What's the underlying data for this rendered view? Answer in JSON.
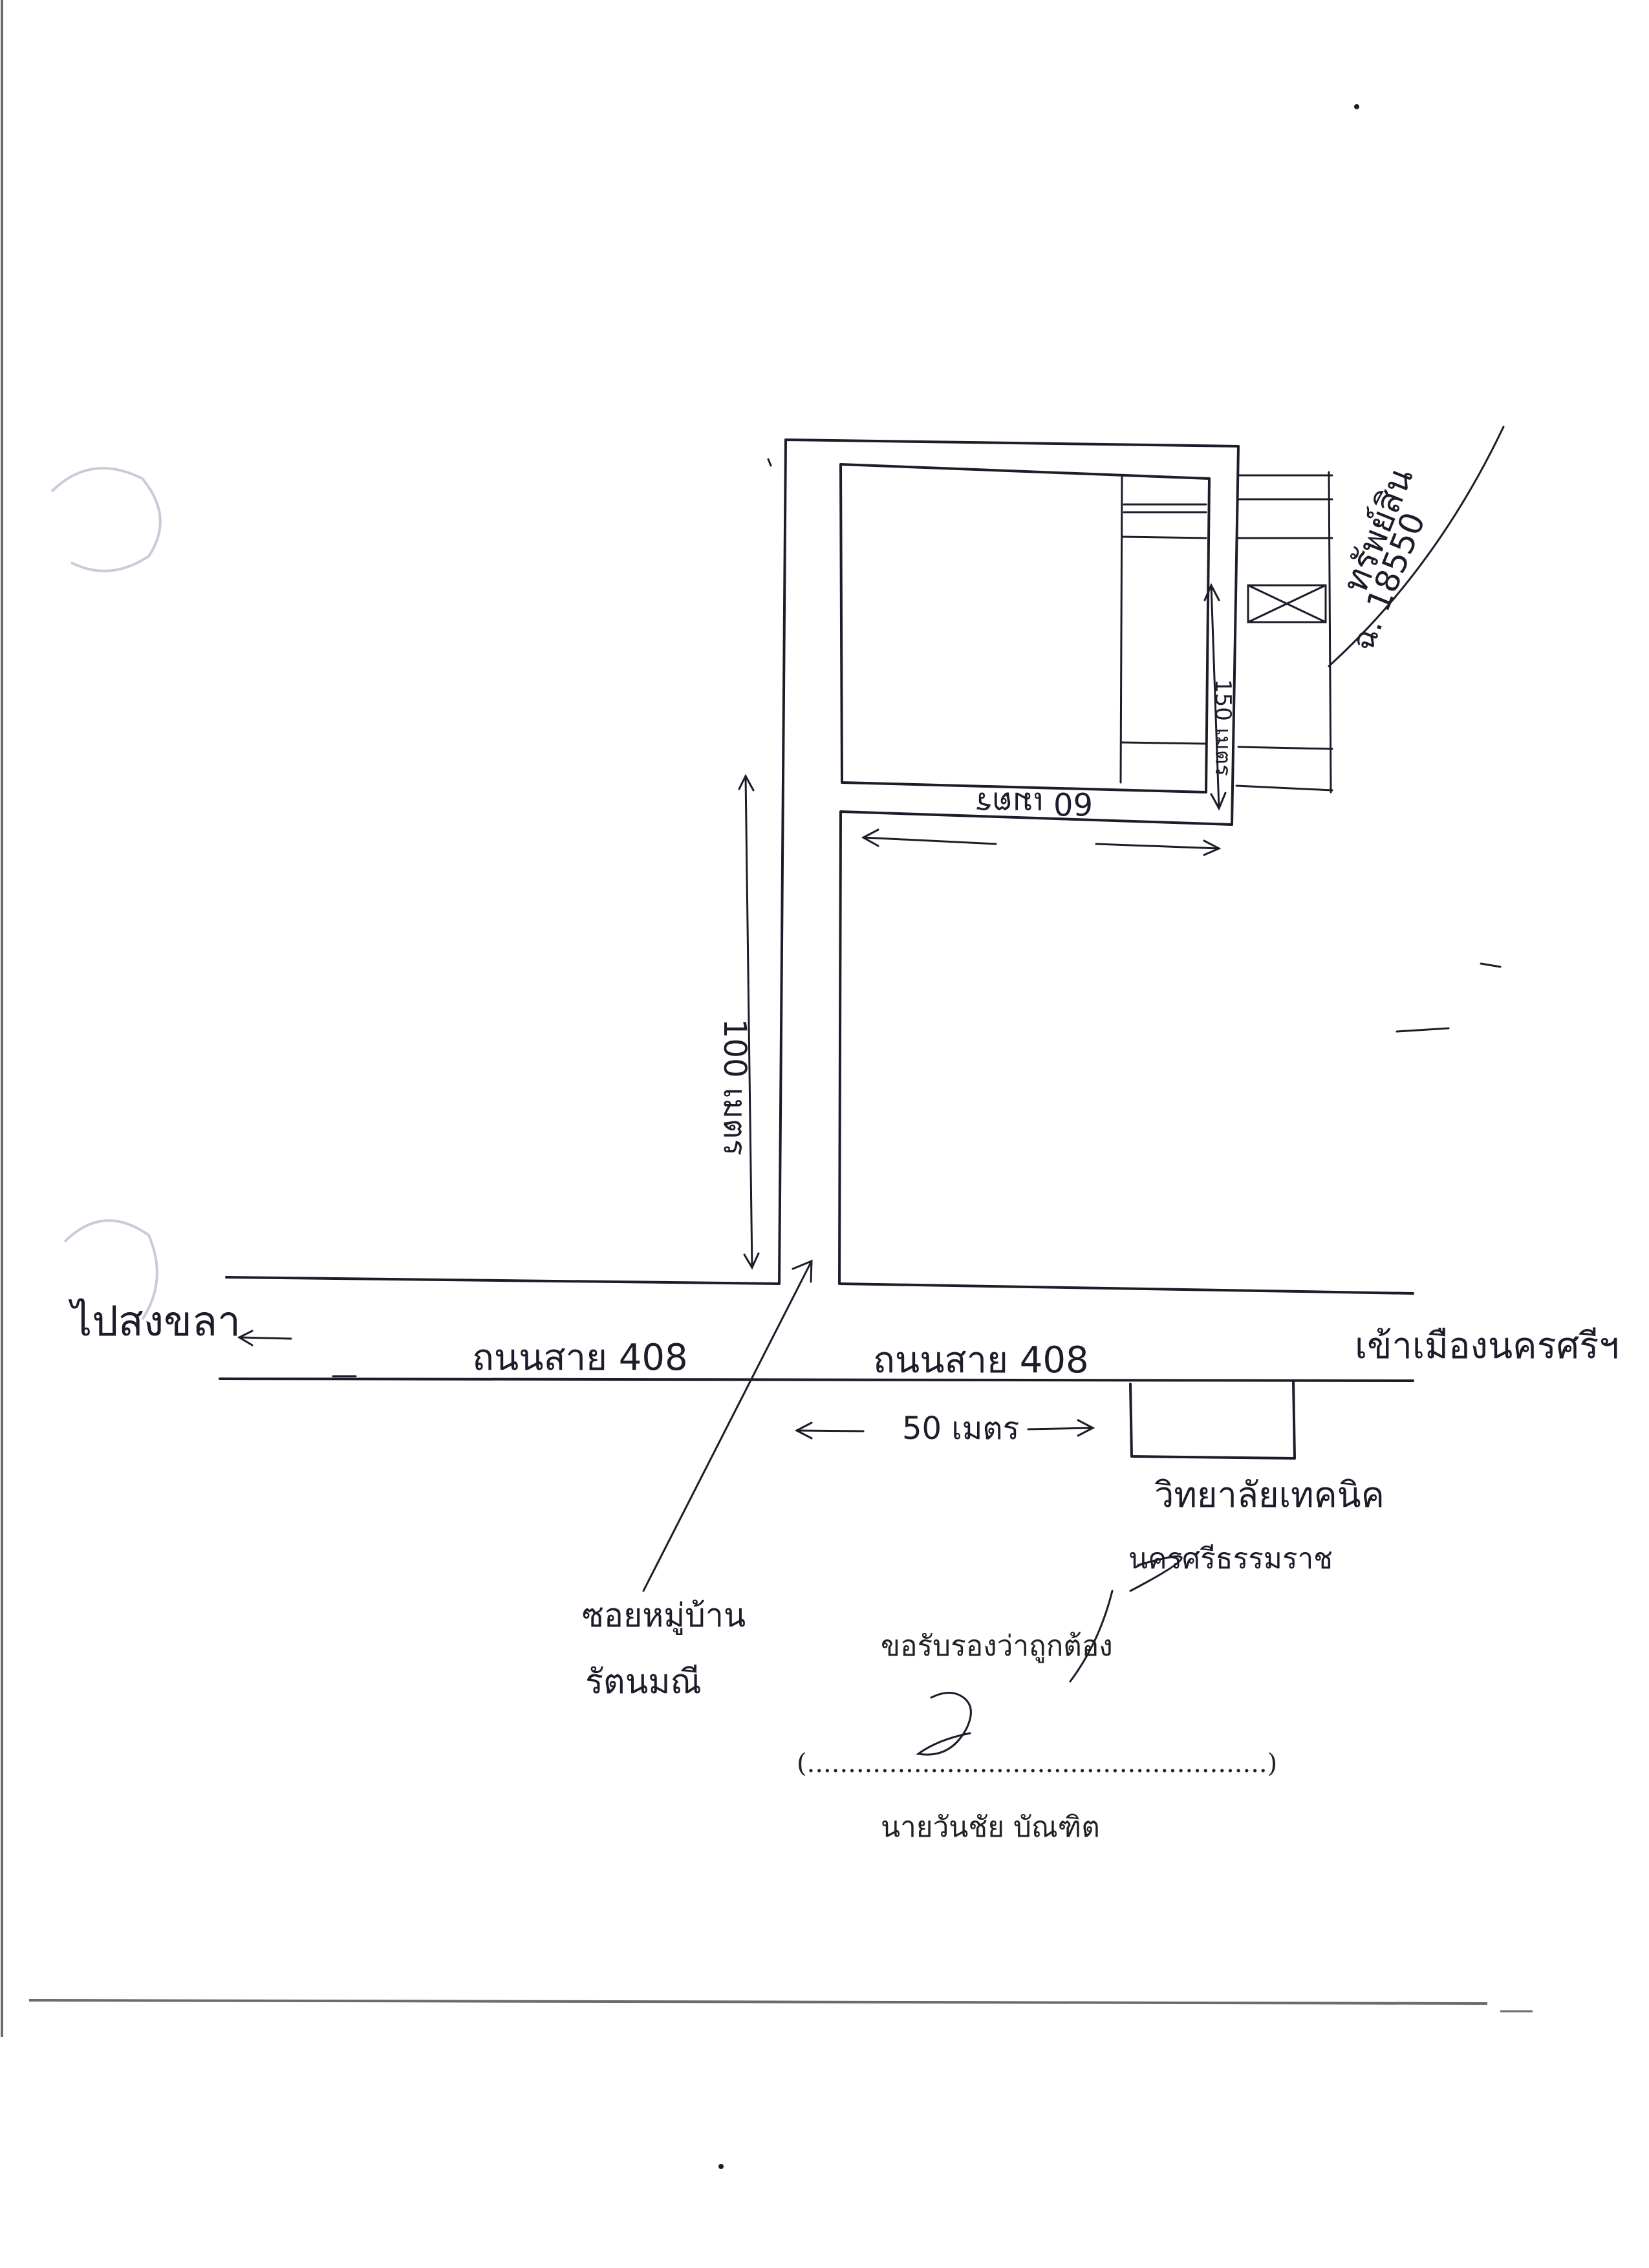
{
  "labels": {
    "to_songkhla": "ไปสงขลา",
    "to_city": "เข้าเมืองนครศรีฯ",
    "road_left": "ถนนสาย 408",
    "road_right": "ถนนสาย 408",
    "dist_100": "100 เมตร",
    "dist_60": "60 เมตร",
    "dist_150": "150 เมตร",
    "dist_50": "50 เมตร",
    "property_name": "ทรัพย์สิน",
    "property_deed": "ฉ. 18550",
    "soi_line1": "ซอยหมู่บ้าน",
    "soi_line2": "รัตนมณี",
    "college_line1": "วิทยาลัยเทคนิค",
    "college_line2": "นครศรีธรรมราช"
  },
  "certification": {
    "heading": "ขอรับรองว่าถูกต้อง",
    "signature_line": "(........................................................)",
    "name": "นายวันชัย บัณฑิต"
  },
  "colors": {
    "ink": "#1c1c2a",
    "typed_text": "#222222",
    "scan_edge": "#6a6a70"
  }
}
